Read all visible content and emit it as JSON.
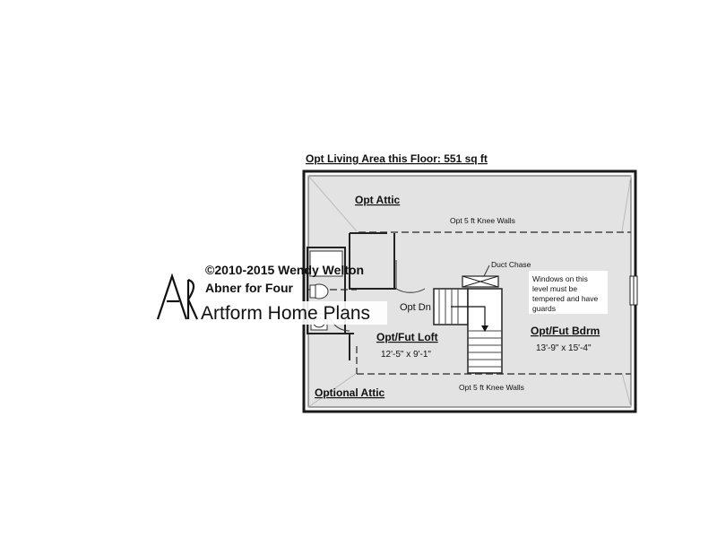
{
  "title": "Opt Living Area this Floor: 551 sq ft",
  "rooms": {
    "attic_top": "Opt Attic",
    "attic_bottom": "Optional Attic",
    "loft": {
      "name": "Opt/Fut Loft",
      "size": "12'-5\" x 9'-1\""
    },
    "bedroom": {
      "name": "Opt/Fut Bdrm",
      "size": "13'-9\" x 15'-4\""
    }
  },
  "notes": {
    "knee_top": "Opt 5 ft Knee Walls",
    "knee_bottom": "Opt 5 ft Knee Walls",
    "duct": "Duct Chase",
    "stairs": "Opt Dn",
    "windows": [
      "Windows on this",
      "level must be",
      "tempered and have",
      "guards"
    ]
  },
  "watermark": {
    "copyright": "©2010-2015 Wendy Welton",
    "plan_name": "Abner for Four",
    "brand": "Artform Home Plans"
  },
  "colors": {
    "floor": "#e3e3e3",
    "wall": "#1a1a1a",
    "dash": "#444444"
  }
}
